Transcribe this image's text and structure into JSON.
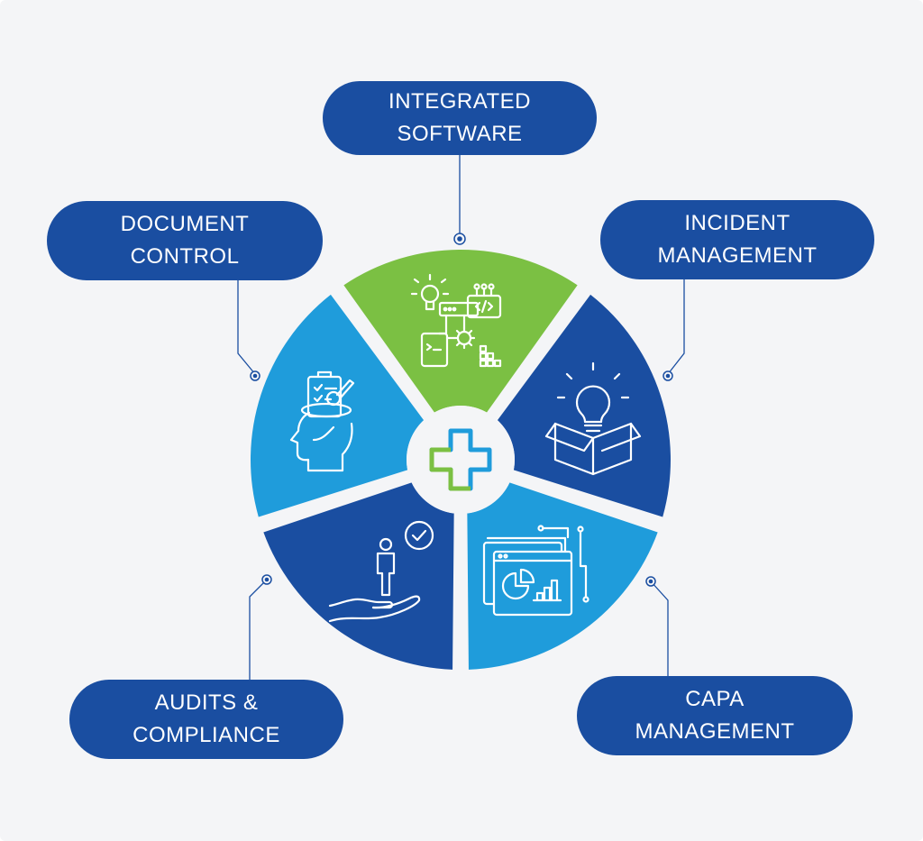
{
  "segments": [
    {
      "id": "integrated",
      "line1": "INTEGRATED",
      "line2": "SOFTWARE",
      "color": "#7bc043",
      "icon": "software-flow-icon"
    },
    {
      "id": "incident",
      "line1": "INCIDENT",
      "line2": "MANAGEMENT",
      "color": "#1a4ea1",
      "icon": "lightbulb-box-icon"
    },
    {
      "id": "capa",
      "line1": "CAPA",
      "line2": "MANAGEMENT",
      "color": "#1f9cdb",
      "icon": "dashboard-chart-icon"
    },
    {
      "id": "audits",
      "line1": "AUDITS &",
      "line2": "COMPLIANCE",
      "color": "#1a4ea1",
      "icon": "hand-person-check-icon"
    },
    {
      "id": "document",
      "line1": "DOCUMENT",
      "line2": "CONTROL",
      "color": "#1f9cdb",
      "icon": "head-clipboard-icon"
    }
  ],
  "center_icon": "medical-cross-icon",
  "colors": {
    "pill": "#1a4ea1",
    "green": "#7bc043",
    "light_blue": "#1f9cdb",
    "dark_blue": "#1a4ea1",
    "connector": "#1a4ea1",
    "background": "#f4f5f7"
  }
}
